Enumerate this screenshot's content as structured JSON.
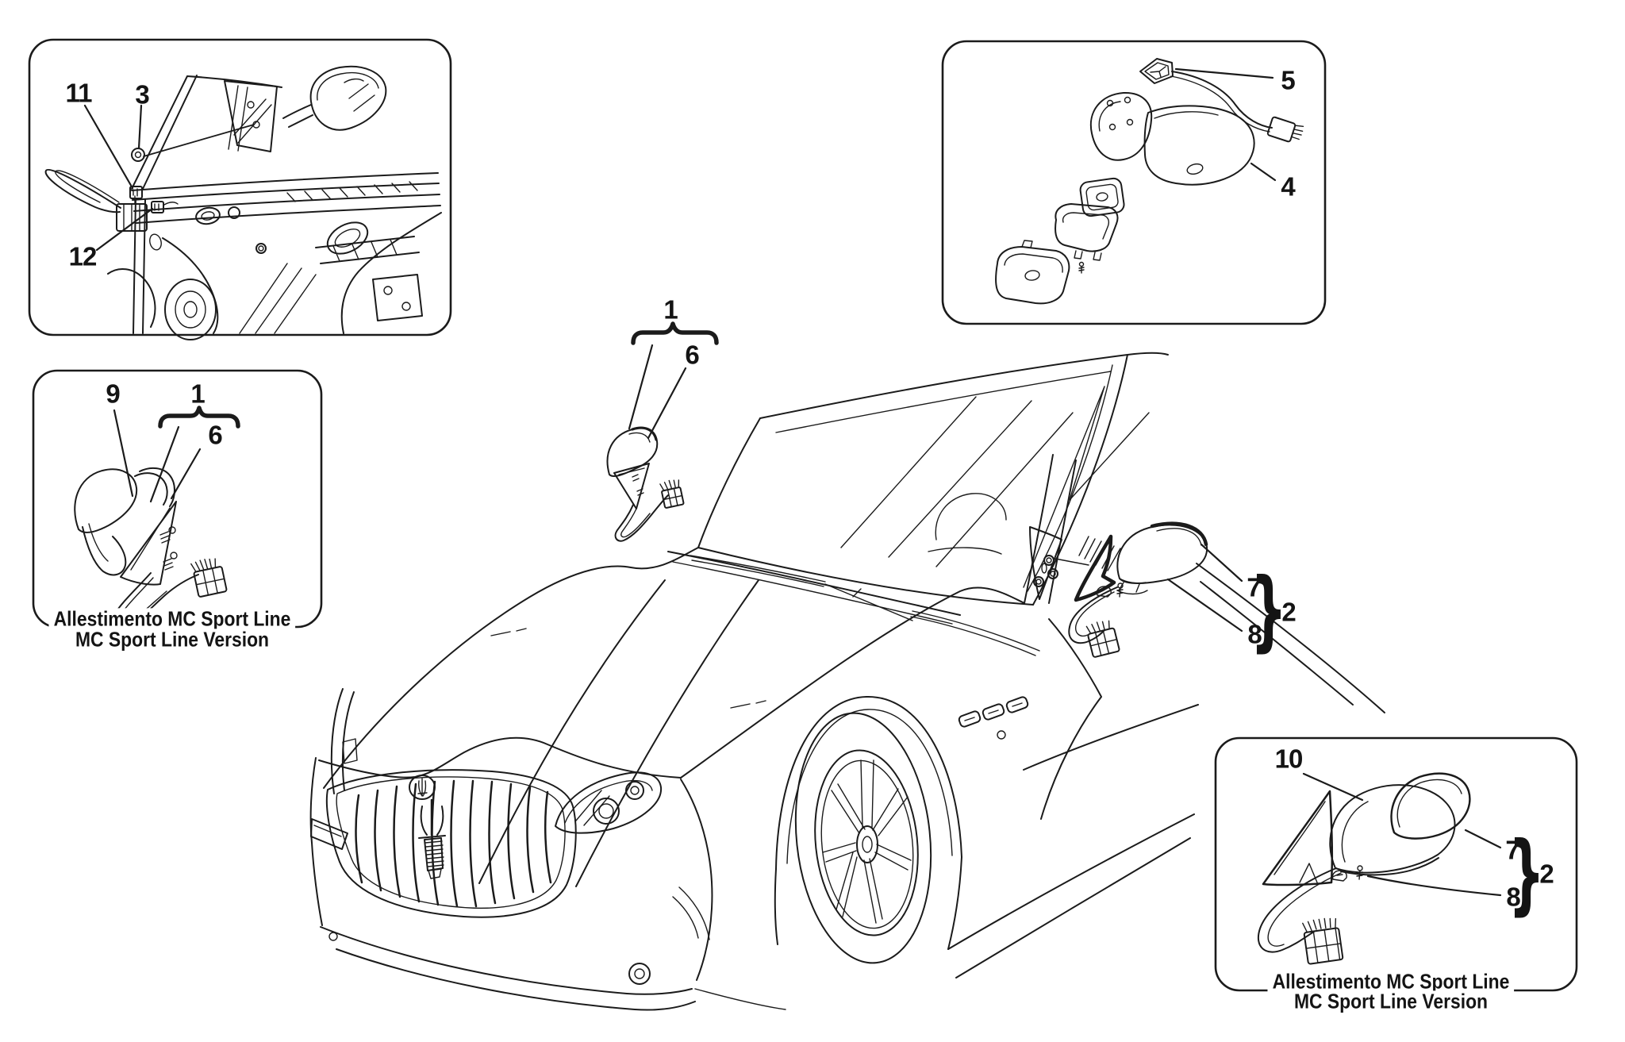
{
  "meta": {
    "kind": "parts-diagram",
    "subject": "exterior rear-view mirrors"
  },
  "colors": {
    "line": "#1b1b1b",
    "background": "#ffffff"
  },
  "insets": {
    "door_panel": {
      "callouts": {
        "c11": "11",
        "c3": "3",
        "c12": "12"
      }
    },
    "sport_left": {
      "callouts": {
        "c9": "9",
        "c1": "1",
        "c6": "6"
      },
      "caption_line1": "Allestimento MC Sport Line",
      "caption_line2": "MC Sport Line Version"
    },
    "exploded": {
      "callouts": {
        "c5": "5",
        "c4": "4"
      }
    },
    "sport_right": {
      "callouts": {
        "c10": "10",
        "c7": "7",
        "c8": "8",
        "c2": "2"
      },
      "caption_line1": "Allestimento MC Sport Line",
      "caption_line2": "MC Sport Line Version"
    }
  },
  "main": {
    "front_mirror": {
      "callouts": {
        "c1": "1",
        "c6": "6"
      }
    },
    "side_mirror": {
      "callouts": {
        "c7": "7",
        "c8": "8",
        "c2": "2"
      }
    }
  },
  "icons": {
    "brace_right": "}"
  }
}
